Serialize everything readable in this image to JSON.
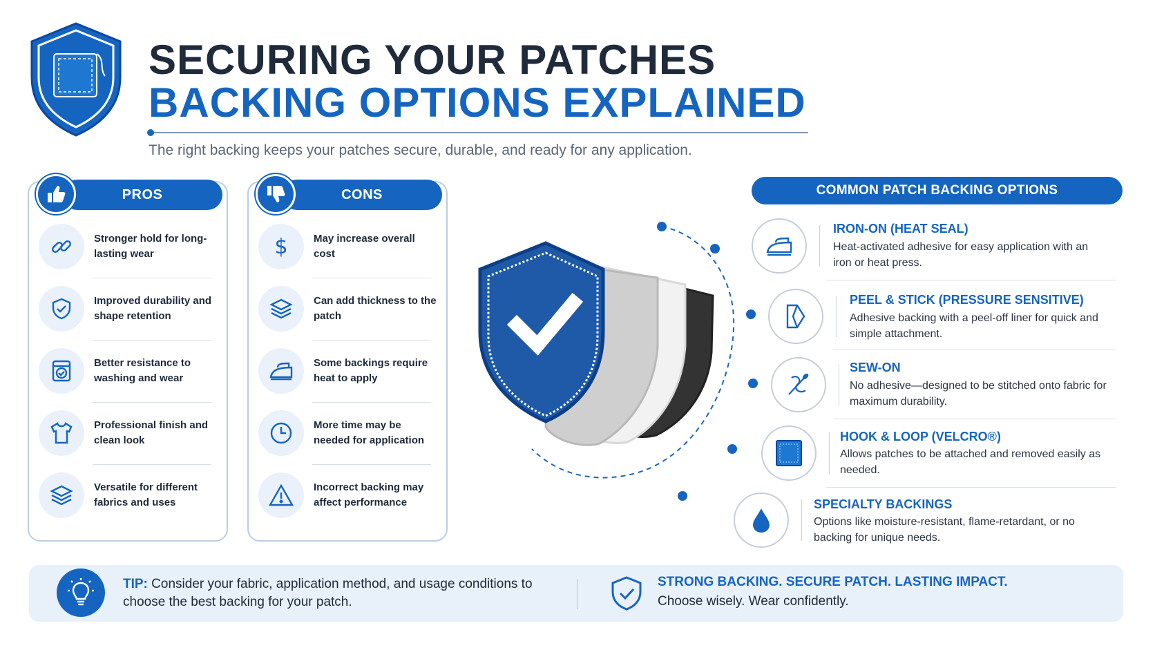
{
  "header": {
    "title_line1": "SECURING YOUR PATCHES",
    "title_line2": "BACKING OPTIONS EXPLAINED",
    "subtitle": "The right backing keeps your patches secure, durable, and ready for any application."
  },
  "pros": {
    "heading": "PROS",
    "items": [
      {
        "icon": "link-icon",
        "text": "Stronger hold for long-lasting wear"
      },
      {
        "icon": "shield-check-icon",
        "text": "Improved durability and shape retention"
      },
      {
        "icon": "washing-machine-icon",
        "text": "Better resistance to washing and wear"
      },
      {
        "icon": "tshirt-icon",
        "text": "Professional finish and clean look"
      },
      {
        "icon": "layers-icon",
        "text": "Versatile for different fabrics and uses"
      }
    ]
  },
  "cons": {
    "heading": "CONS",
    "items": [
      {
        "icon": "dollar-icon",
        "text": "May increase overall cost"
      },
      {
        "icon": "layers-icon",
        "text": "Can add thickness to the patch"
      },
      {
        "icon": "iron-icon",
        "text": "Some backings require heat to apply"
      },
      {
        "icon": "clock-icon",
        "text": "More time may be needed for application"
      },
      {
        "icon": "warning-icon",
        "text": "Incorrect backing may affect performance"
      }
    ]
  },
  "options": {
    "heading": "COMMON PATCH BACKING OPTIONS",
    "items": [
      {
        "icon": "iron-icon",
        "title": "IRON-ON (HEAT SEAL)",
        "desc": "Heat-activated adhesive for easy application with an iron or heat press."
      },
      {
        "icon": "peel-icon",
        "title": "PEEL & STICK (PRESSURE SENSITIVE)",
        "desc": "Adhesive backing with a peel-off liner for quick and simple attachment."
      },
      {
        "icon": "needle-thread-icon",
        "title": "SEW-ON",
        "desc": "No adhesive—designed to be stitched onto fabric for maximum durability."
      },
      {
        "icon": "velcro-square-icon",
        "title": "HOOK & LOOP (VELCRO®)",
        "desc": "Allows patches to be attached and removed easily as needed."
      },
      {
        "icon": "droplet-icon",
        "title": "SPECIALTY BACKINGS",
        "desc": "Options like moisture-resistant, flame-retardant, or no backing for unique needs."
      }
    ]
  },
  "tip": {
    "label": "TIP:",
    "text": "Consider your fabric, application method, and usage conditions to choose the best backing for your patch.",
    "slogan": "STRONG BACKING. SECURE PATCH. LASTING IMPACT.",
    "slogan_sub": "Choose wisely. Wear confidently."
  },
  "colors": {
    "primary": "#1565c0",
    "dark_text": "#1f2b3b",
    "panel_border": "#b9cde4",
    "tip_bg": "#e8f0fa"
  }
}
